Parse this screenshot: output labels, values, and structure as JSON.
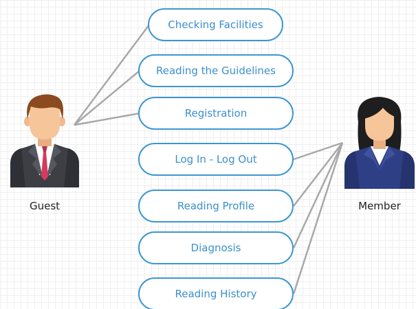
{
  "actors": {
    "guest": {
      "label": "Guest"
    },
    "member": {
      "label": "Member"
    }
  },
  "use_cases": [
    {
      "label": "Checking Facilities",
      "actor": "Guest"
    },
    {
      "label": "Reading the Guidelines",
      "actor": "Guest"
    },
    {
      "label": "Registration",
      "actor": "Guest"
    },
    {
      "label": "Log In - Log Out",
      "actor": "Member"
    },
    {
      "label": "Reading Profile",
      "actor": "Member"
    },
    {
      "label": "Diagnosis",
      "actor": "Member"
    },
    {
      "label": "Reading History",
      "actor": "Member"
    }
  ],
  "colors": {
    "ellipse_border": "#3c96d2",
    "ellipse_text": "#3a8fcc",
    "connector": "#a8a8a8",
    "guest_suit": "#3d3f44",
    "guest_tie": "#d63a5c",
    "guest_hair": "#8b4a1f",
    "member_suit": "#2f3f86",
    "member_hair": "#1e1e1e",
    "skin": "#f6c59a"
  },
  "icons": {
    "guest": "businessman-avatar-icon",
    "member": "businesswoman-avatar-icon"
  }
}
